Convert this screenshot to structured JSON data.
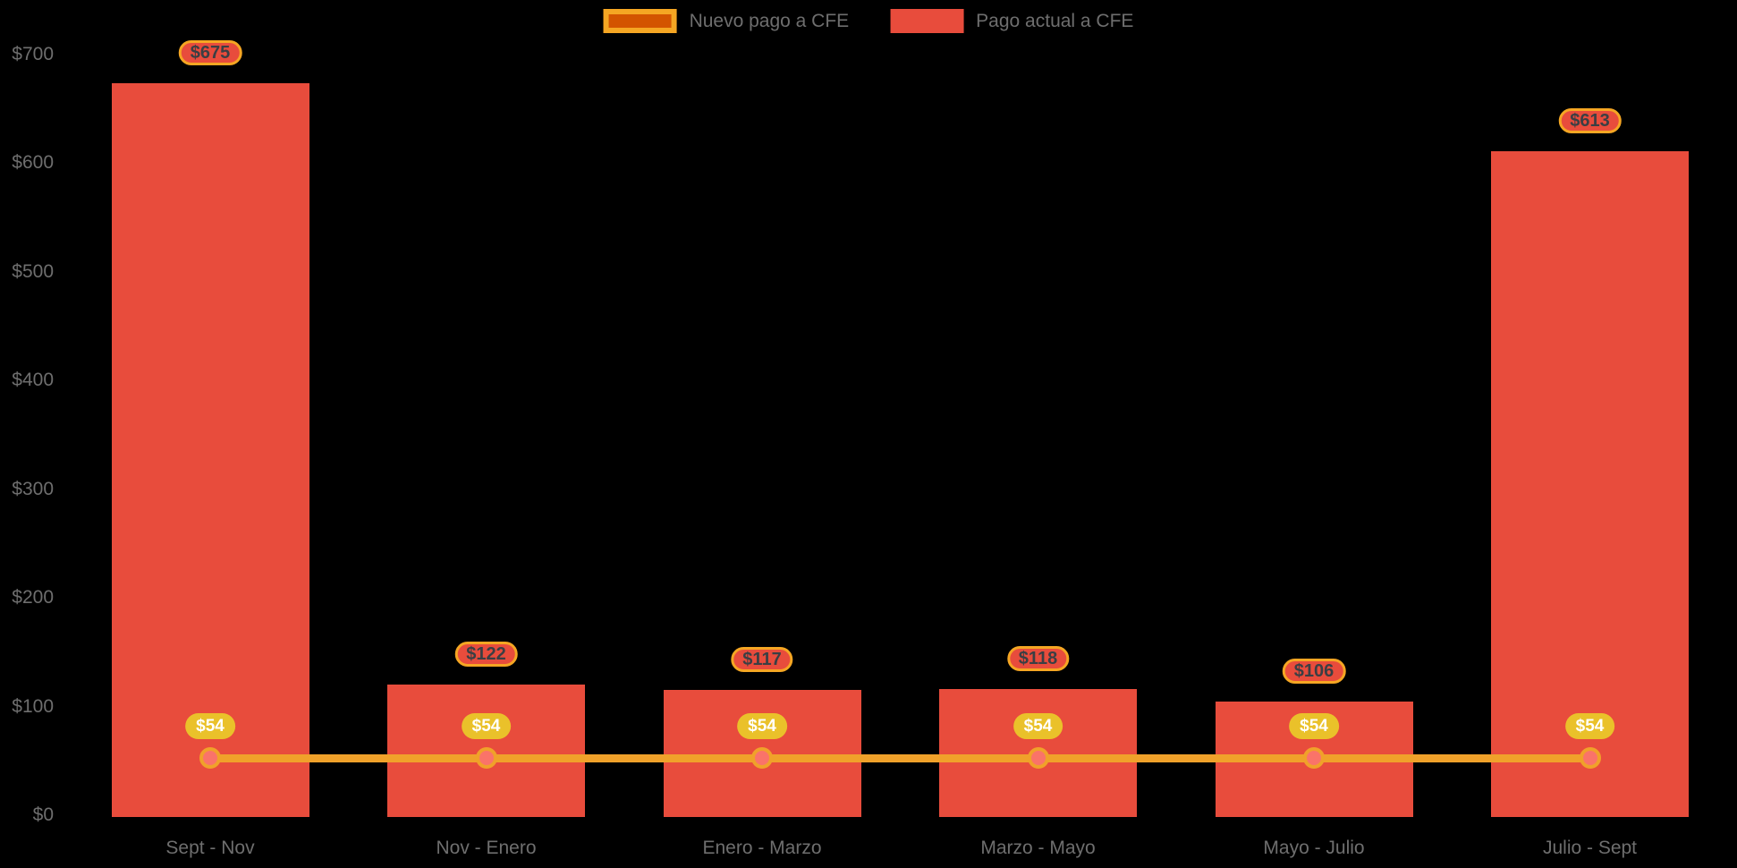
{
  "legend": {
    "items": [
      {
        "label": "Nuevo pago a CFE",
        "icon": "orange-bordered-swatch-icon"
      },
      {
        "label": "Pago actual a CFE",
        "icon": "red-swatch-icon"
      }
    ]
  },
  "chart_data": {
    "type": "bar",
    "title": "",
    "categories": [
      "Sept - Nov",
      "Nov - Enero",
      "Enero - Marzo",
      "Marzo - Mayo",
      "Mayo - Julio",
      "Julio - Sept"
    ],
    "series": [
      {
        "name": "Pago actual a CFE",
        "type": "bar",
        "color": "#e84c3c",
        "values": [
          675,
          122,
          117,
          118,
          106,
          613
        ],
        "point_labels": [
          "$675",
          "$122",
          "$117",
          "$118",
          "$106",
          "$613"
        ]
      },
      {
        "name": "Nuevo pago a CFE",
        "type": "line",
        "color": "#f0a12a",
        "point_color": "#fa7369",
        "values": [
          54,
          54,
          54,
          54,
          54,
          54
        ],
        "point_labels": [
          "$54",
          "$54",
          "$54",
          "$54",
          "$54",
          "$54"
        ]
      }
    ],
    "xlabel": "",
    "ylabel": "",
    "ylim": [
      0,
      700
    ],
    "yticks": [
      {
        "label": "$0",
        "value": 0
      },
      {
        "label": "$100",
        "value": 100
      },
      {
        "label": "$200",
        "value": 200
      },
      {
        "label": "$300",
        "value": 300
      },
      {
        "label": "$400",
        "value": 400
      },
      {
        "label": "$500",
        "value": 500
      },
      {
        "label": "$600",
        "value": 600
      },
      {
        "label": "$700",
        "value": 700
      }
    ],
    "grid": false,
    "legend_position": "top-center"
  },
  "colors": {
    "background": "#000000",
    "bar": "#e84c3c",
    "line": "#f0a12a",
    "dot_fill": "#fa7369",
    "legend_new_fill": "#d35400",
    "legend_new_border": "#f5a623",
    "label_pill_fill": "#e84c3c",
    "label_pill_border": "#f5a623",
    "label_pill_text": "#3a3f44",
    "value54_pill_fill": "#eac12a",
    "value54_pill_text": "#ffffff",
    "axis_text": "#6e6e6e"
  }
}
